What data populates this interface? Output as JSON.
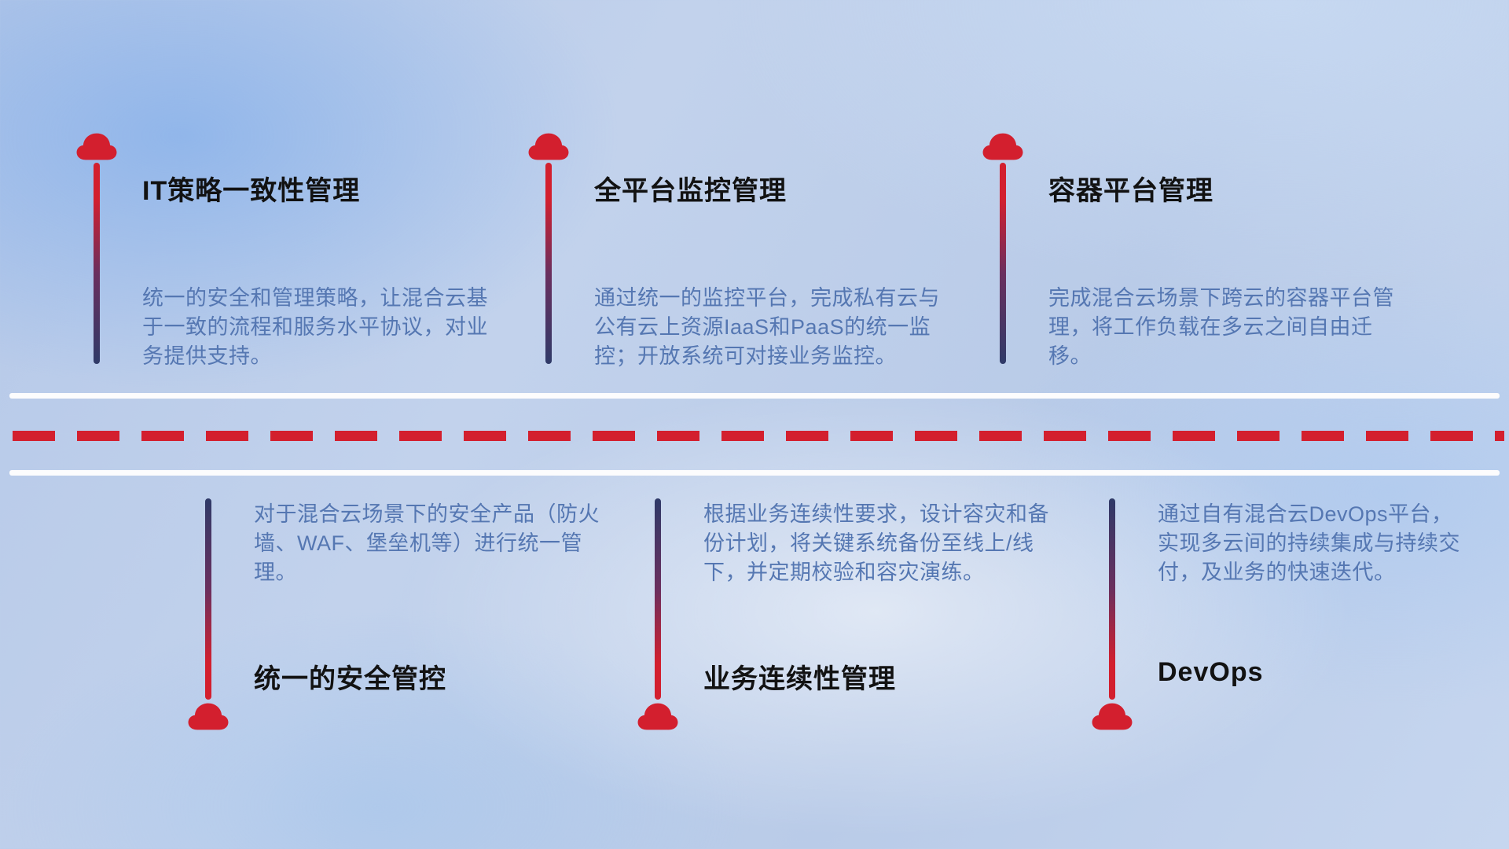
{
  "colors": {
    "cloud_red": "#d31f2e",
    "dash_red": "#d31f2e",
    "line_navy": "#2f3a68",
    "title_color": "#121212",
    "desc_color": "#5577b2"
  },
  "diagram": {
    "top_items": [
      {
        "title": "IT策略一致性管理",
        "description": "统一的安全和管理策略，让混合云基于一致的流程和服务水平协议，对业务提供支持。"
      },
      {
        "title": "全平台监控管理",
        "description": "通过统一的监控平台，完成私有云与公有云上资源IaaS和PaaS的统一监控；开放系统可对接业务监控。"
      },
      {
        "title": "容器平台管理",
        "description": "完成混合云场景下跨云的容器平台管理，将工作负载在多云之间自由迁移。"
      }
    ],
    "bottom_items": [
      {
        "title": "统一的安全管控",
        "description": "对于混合云场景下的安全产品（防火墙、WAF、堡垒机等）进行统一管理。"
      },
      {
        "title": "业务连续性管理",
        "description": "根据业务连续性要求，设计容灾和备份计划，将关键系统备份至线上/线下，并定期校验和容灾演练。"
      },
      {
        "title": "DevOps",
        "description": "通过自有混合云DevOps平台，实现多云间的持续集成与持续交付，及业务的快速迭代。"
      }
    ]
  }
}
